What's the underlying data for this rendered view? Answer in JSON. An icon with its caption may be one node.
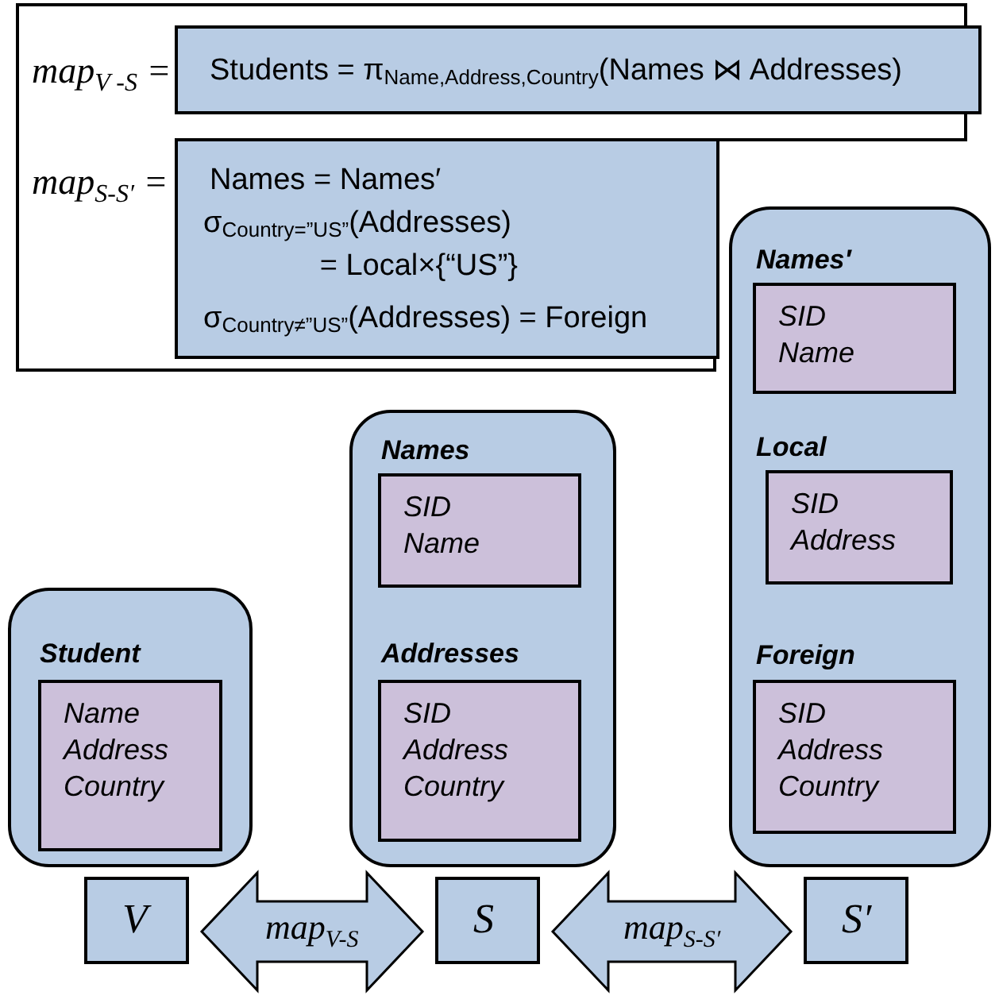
{
  "diagram": {
    "nodes": [
      {
        "text": [],
        "shape": "box"
      },
      {
        "text": [
          "Students = π$_{Name,Address,Country}$(Names ⋈ Addresses)"
        ],
        "in": 0,
        "beside": [
          "map$_{V -S}$ ="
        ]
      },
      {
        "text": [
          "Names = Names′",
          "σ$_{Country=”US”}$(Addresses) = Local×{“US”}",
          "σ$_{Country≠”US”}$(Addresses) = Foreign"
        ],
        "in": 0,
        "beside": [
          "map$_{S-S′}$ ="
        ]
      },
      {
        "text": [],
        "shape": "box"
      },
      {
        "text": [
          "Student",
          "Name Address Country"
        ],
        "in": 3
      },
      {
        "text": [],
        "shape": "box"
      },
      {
        "text": [
          "Names",
          "SID Name"
        ],
        "in": 5
      },
      {
        "text": [
          "Addresses",
          "SID Address Country"
        ],
        "in": 5
      },
      {
        "text": [],
        "shape": "box"
      },
      {
        "text": [
          "Names′",
          "SID Name"
        ],
        "in": 8
      },
      {
        "text": [
          "Local",
          "SID Address"
        ],
        "in": 8
      },
      {
        "text": [
          "Foreign",
          "SID Address Country"
        ],
        "in": 8
      },
      {
        "text": [
          "V"
        ]
      },
      {
        "text": [
          "S"
        ]
      },
      {
        "text": [
          "S′"
        ]
      }
    ],
    "edges": [
      {
        "from": 12,
        "to": 13,
        "arrow": "both",
        "label": "map$_{V-S}$"
      },
      {
        "from": 13,
        "to": 14,
        "arrow": "both",
        "label": "map$_{S-S′}$"
      }
    ]
  }
}
